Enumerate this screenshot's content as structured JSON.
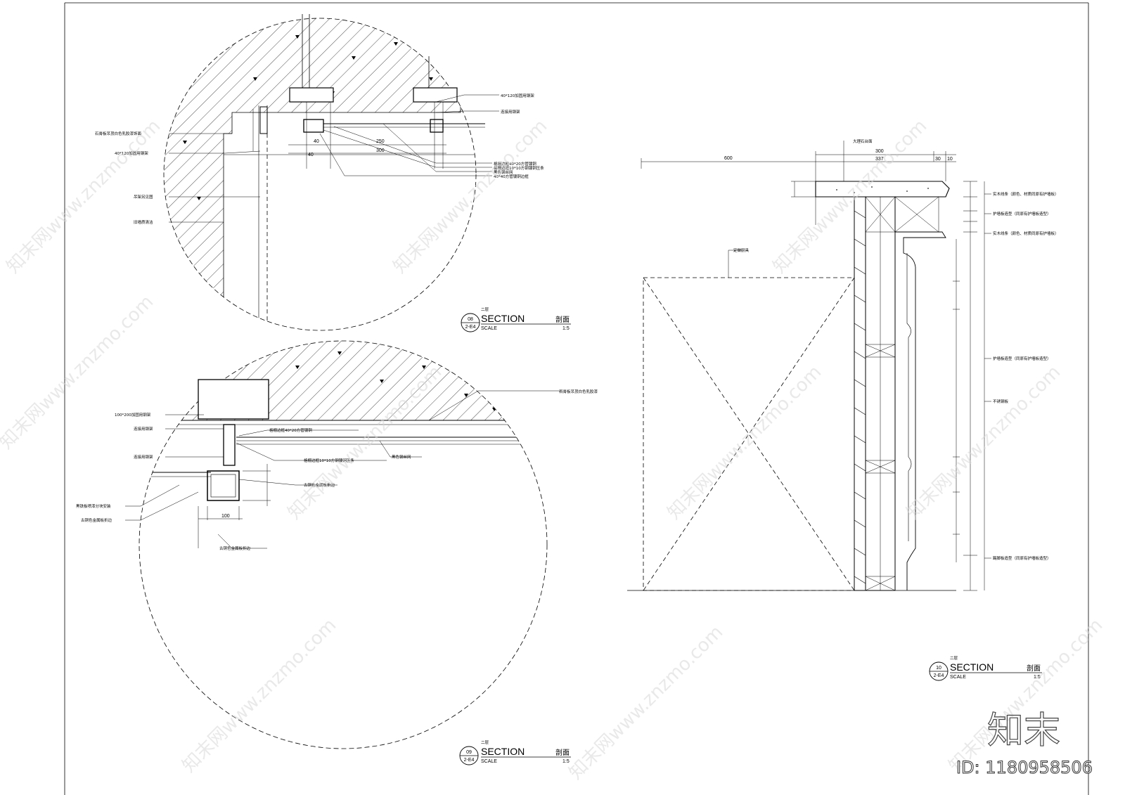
{
  "detail_08": {
    "bubble_top": "08",
    "bubble_bottom": "2-E4",
    "floor": "二层",
    "title": "SECTION",
    "title_cn": "剖面",
    "scale_label": "SCALE",
    "scale": "1:5",
    "labels_right": [
      "40*120加固用钢架",
      "连接用钢架",
      "格栅边框40*20方管镀铜",
      "格栅边框10*10方钢镀铜压条",
      "黑色钢丝网",
      "40*40方管镀铜边框"
    ],
    "labels_left": [
      "石膏板吊顶白色乳胶漆饰面",
      "40*120加固用钢架",
      "吊架另见图",
      "旧墙质清洁"
    ],
    "dims": [
      "40",
      "250",
      "300",
      "40"
    ]
  },
  "detail_09": {
    "bubble_top": "09",
    "bubble_bottom": "2-E4",
    "floor": "二层",
    "title": "SECTION",
    "title_cn": "剖面",
    "scale_label": "SCALE",
    "scale": "1:5",
    "labels_left": [
      "100*200加固用钢架",
      "连接用钢架",
      "连接用钢架",
      "黑铁板喷漆分块安装",
      "古铜色金属板折边"
    ],
    "labels_mid": [
      "格栅边框40*20方管镀铜",
      "格栅边框10*10方钢镀铜压条",
      "黑色钢丝网",
      "古铜色金属板折边",
      "古铜色金属板折边"
    ],
    "labels_right": [
      "石膏板吊顶白色乳胶漆"
    ],
    "dims": [
      "100"
    ]
  },
  "detail_10": {
    "bubble_top": "10",
    "bubble_bottom": "2-E4",
    "floor": "二层",
    "title": "SECTION",
    "title_cn": "剖面",
    "scale_label": "SCALE",
    "scale": "1:5",
    "label_top": "大理石台面",
    "label_cabinet": "定做厨具",
    "labels_right": [
      "实木线条（颜色、材质同原有护墙板）",
      "护墙板造型（同原有护墙板造型）",
      "实木线条（颜色、材质同原有护墙板）",
      "护墙板造型（同原有护墙板造型）",
      "不锈钢板",
      "踢脚板造型（同原有护墙板造型）"
    ],
    "dims": [
      "600",
      "300",
      "337",
      "30",
      "10"
    ]
  },
  "watermark": {
    "text": "知末网www.znzmo.com",
    "logo": "知末",
    "id": "ID: 1180958506"
  }
}
